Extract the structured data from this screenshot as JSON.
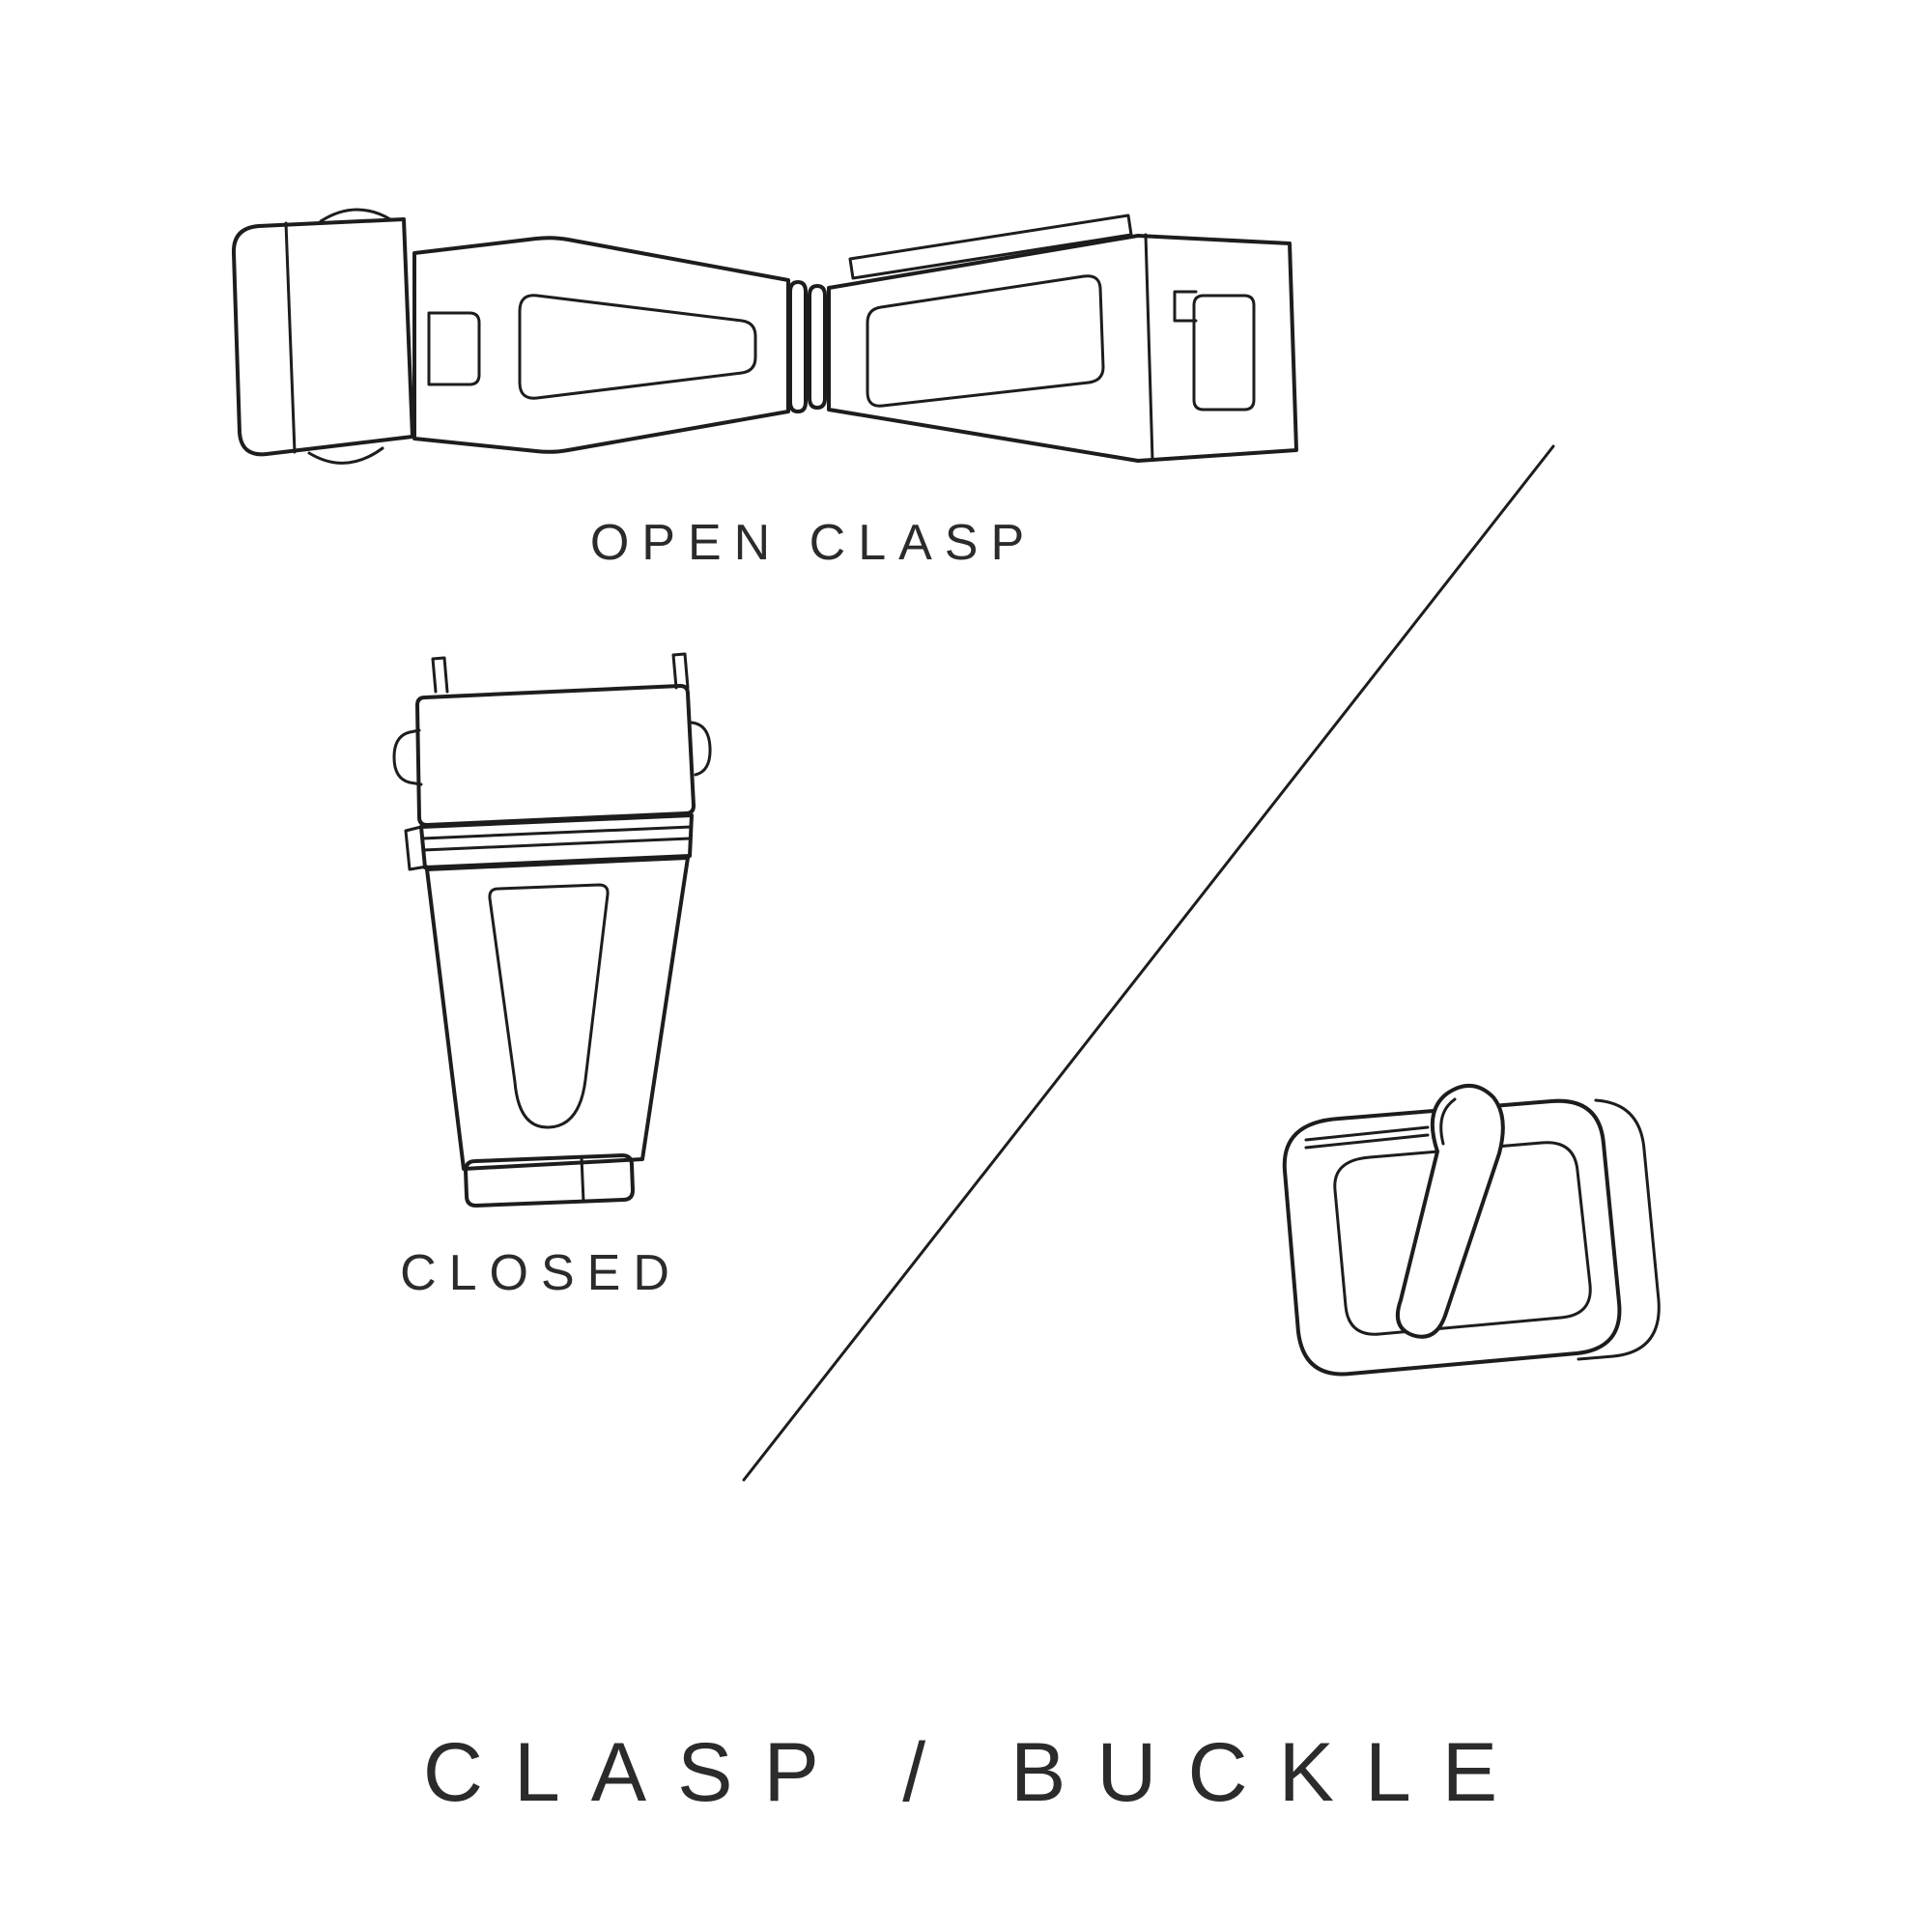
{
  "page": {
    "background": "#ffffff",
    "line_color": "#1d1d1d",
    "text_color": "#2b2b2b"
  },
  "diagram": {
    "title": "CLASP / BUCKLE",
    "captions": {
      "open_clasp": "OPEN CLASP",
      "closed": "CLOSED"
    },
    "icons": {
      "open_clasp_icon": "open-deployant-clasp-illustration",
      "closed_clasp_icon": "closed-clasp-illustration",
      "buckle_icon": "tang-buckle-illustration",
      "divider": "diagonal-divider-line"
    }
  }
}
